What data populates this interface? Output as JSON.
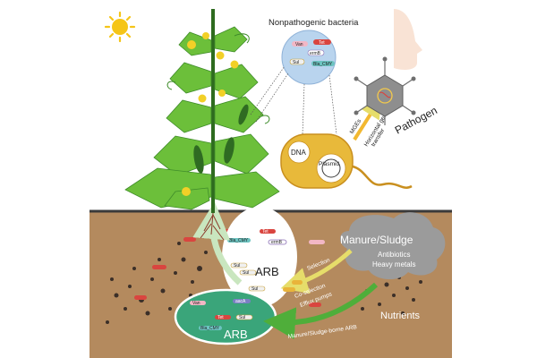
{
  "labels": {
    "nonpathogenic": "Nonpathogenic bacteria",
    "pathogen": "Pathogen",
    "mges": "MGEs",
    "hgt_line1": "Horizontal gene",
    "hgt_line2": "transfer",
    "dna": "DNA",
    "plasmid": "Plasmid",
    "manure": "Manure/Sludge",
    "antibiotics": "Antibiotics",
    "heavy_metals": "Heavy metals",
    "nutrients": "Nutrients",
    "arb_top": "ARB",
    "arb_bottom": "ARB",
    "selection": "Selection",
    "co_selection": "Co-selection",
    "efflux": "Efflux pumps",
    "manure_arb": "Manure/Sludge-borne ARB"
  },
  "genes": {
    "top_circle": [
      "Van",
      "Tet",
      "ermB",
      "Sul",
      "Bla_CMY"
    ],
    "arb_top": [
      "Tet",
      "Bla_CMY",
      "ermB",
      "Sul",
      "Sul",
      "Sul"
    ],
    "arb_bottom": [
      "Van",
      "aacA",
      "Tet",
      "Sul",
      "Bla_CMY"
    ]
  },
  "colors": {
    "soil": "#b48a5e",
    "soil_line": "#3a3a3a",
    "leaf": "#6cbf3a",
    "leaf_dark": "#3f8c2a",
    "flower": "#f2d027",
    "sun": "#f5c518",
    "cloud": "#9b9b9b",
    "arb_green": "#3aa57a",
    "arrow_green": "#4fae3a",
    "arrow_pale": "#c9e6bf",
    "cell_yellow": "#e8b93a",
    "gene_red": "#d9453f",
    "gene_teal": "#6cc3c0",
    "bubble_blue": "#b9d4ee",
    "virus_grey": "#8e8e8e"
  }
}
